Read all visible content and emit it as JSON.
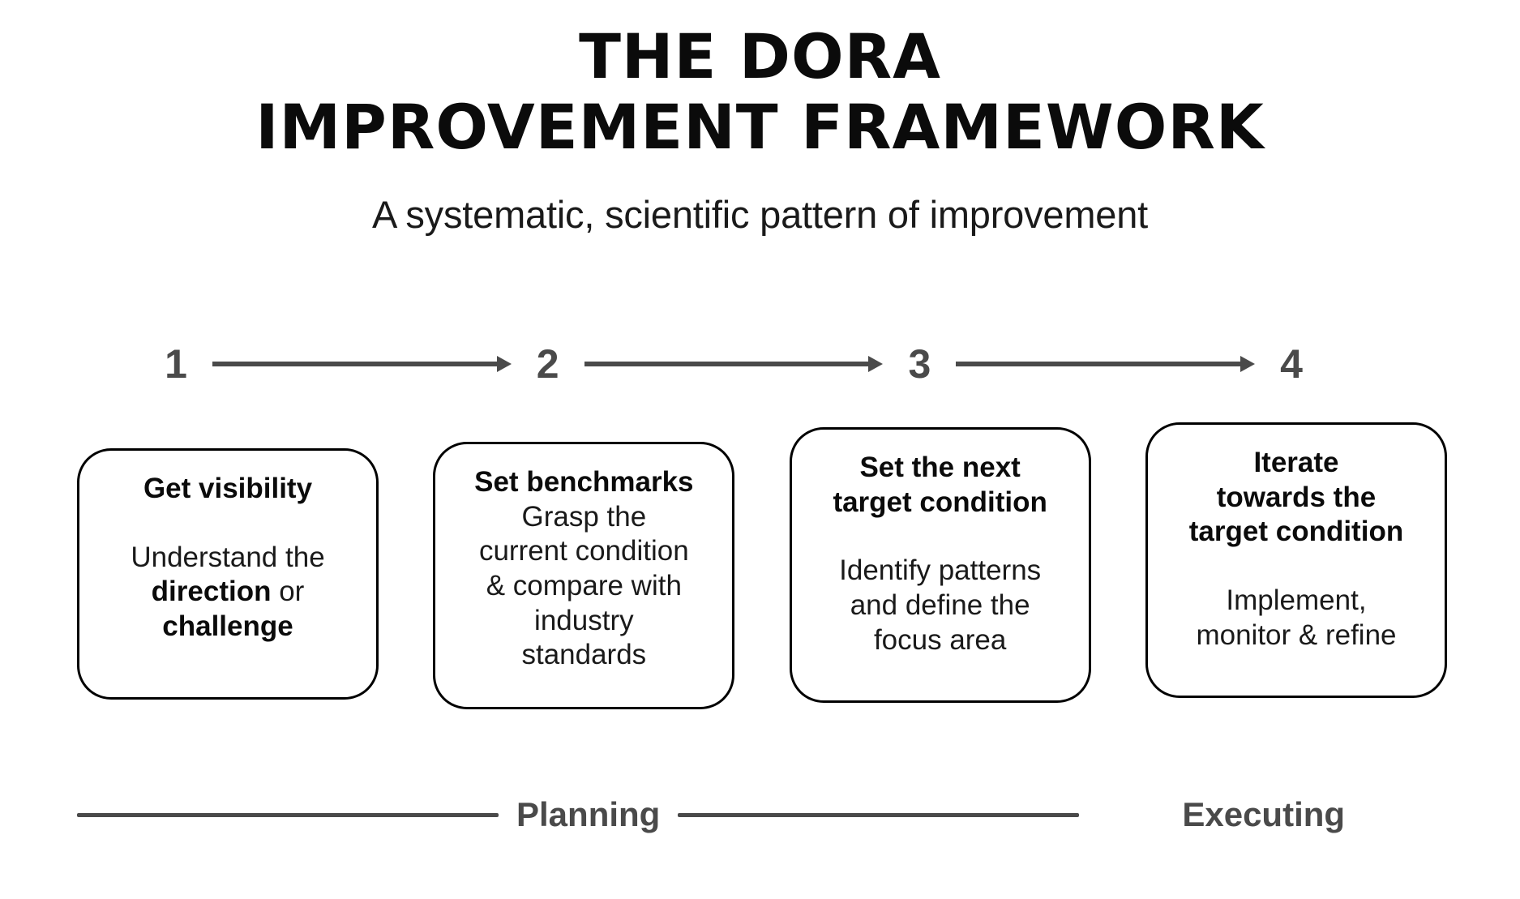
{
  "header": {
    "title_line1": "THE DORA",
    "title_line2": "IMPROVEMENT FRAMEWORK",
    "subtitle": "A systematic, scientific pattern of improvement"
  },
  "steps": [
    {
      "number": "1"
    },
    {
      "number": "2"
    },
    {
      "number": "3"
    },
    {
      "number": "4"
    }
  ],
  "cards": [
    {
      "title": "Get visibility",
      "body_plain": "Understand the direction or challenge",
      "body_html": "Understand the\n<b>direction</b> or\n<b>challenge</b>",
      "has_spacer": true
    },
    {
      "title": "Set benchmarks",
      "body_plain": "Grasp the current condition & compare with industry standards",
      "body_html": "Grasp the\ncurrent condition\n& compare with\nindustry\nstandards",
      "has_spacer": false
    },
    {
      "title": "Set the next\ntarget condition",
      "body_plain": "Identify patterns and define the focus area",
      "body_html": "Identify patterns\nand define the\nfocus area",
      "has_spacer": true
    },
    {
      "title": "Iterate\ntowards the\ntarget condition",
      "body_plain": "Implement, monitor & refine",
      "body_html": "Implement,\nmonitor &amp; refine",
      "has_spacer": true
    }
  ],
  "phases": {
    "planning_label": "Planning",
    "executing_label": "Executing"
  },
  "colors": {
    "ink": "#0b0b0b",
    "gray": "#4a4a4a",
    "background": "#ffffff",
    "card_border": "#000000"
  }
}
